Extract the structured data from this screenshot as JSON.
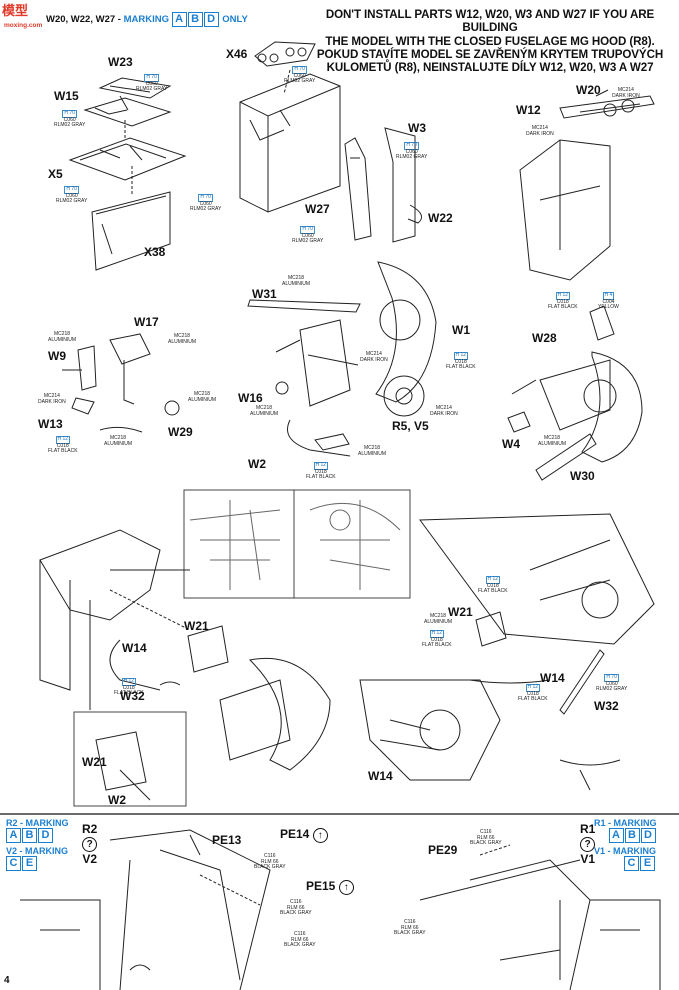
{
  "watermark": {
    "text": "模型",
    "sub": "moxing.com"
  },
  "header": {
    "parts": "W20, W22, W27 -",
    "marking_label": "MARKING",
    "marking_letters": [
      "A",
      "B",
      "D"
    ],
    "only": "ONLY"
  },
  "warning": {
    "en_line1": "DON'T INSTALL PARTS W12, W20, W3 AND W27 IF YOU ARE BUILDING",
    "en_line2": "THE MODEL WITH THE CLOSED FUSELAGE MG HOOD (R8).",
    "cz_line1": "POKUD STAVÍTE MODEL SE ZAVŘENÝM KRYTEM TRUPOVÝCH",
    "cz_line2": "KULOMETŮ (R8), NEINSTALUJTE DÍLY W12, W20, W3 A W27"
  },
  "part_labels": {
    "W23": "W23",
    "X46": "X46",
    "W15": "W15",
    "W20": "W20",
    "W12": "W12",
    "W3": "W3",
    "X5": "X5",
    "W27": "W27",
    "W22": "W22",
    "X38": "X38",
    "W31": "W31",
    "W17": "W17",
    "W1": "W1",
    "W28": "W28",
    "W9": "W9",
    "W16": "W16",
    "W29": "W29",
    "W13": "W13",
    "R5V5": "R5, V5",
    "W4": "W4",
    "W2a": "W2",
    "W30": "W30",
    "W21a": "W21",
    "W14a": "W14",
    "W32a": "W32",
    "W21b": "W21",
    "W14b": "W14",
    "W32b": "W32",
    "W14c": "W14",
    "W21c": "W21",
    "W2b": "W2",
    "PE13": "PE13",
    "PE14": "PE14",
    "PE15": "PE15",
    "PE29": "PE29"
  },
  "paints": {
    "h70": "H 70",
    "c060": "C060",
    "rlm02": "RLM02 GRAY",
    "mc214": "MC214",
    "dark_iron": "DARK IRON",
    "mc218": "MC218",
    "aluminium": "ALUMINIUM",
    "h12": "H 12",
    "c018": "C018",
    "flat_black": "FLAT BLACK",
    "h4": "H 4",
    "c004": "C004",
    "yellow": "YELLOW",
    "c116": "C116",
    "rlm66": "RLM 66",
    "black_gray": "BLACK GRAY"
  },
  "bottom": {
    "left_mark1": "R2 - MARKING",
    "left_letters1": [
      "A",
      "B",
      "D"
    ],
    "left_mark2": "V2 - MARKING",
    "left_letters2": [
      "C",
      "E"
    ],
    "right_mark1": "R1 - MARKING",
    "right_letters1": [
      "A",
      "B",
      "D"
    ],
    "right_mark2": "V1 - MARKING",
    "right_letters2": [
      "C",
      "E"
    ],
    "left_code1": "R2",
    "left_code2": "V2",
    "right_code1": "R1",
    "right_code2": "V1",
    "question": "?"
  },
  "page_number": "4"
}
